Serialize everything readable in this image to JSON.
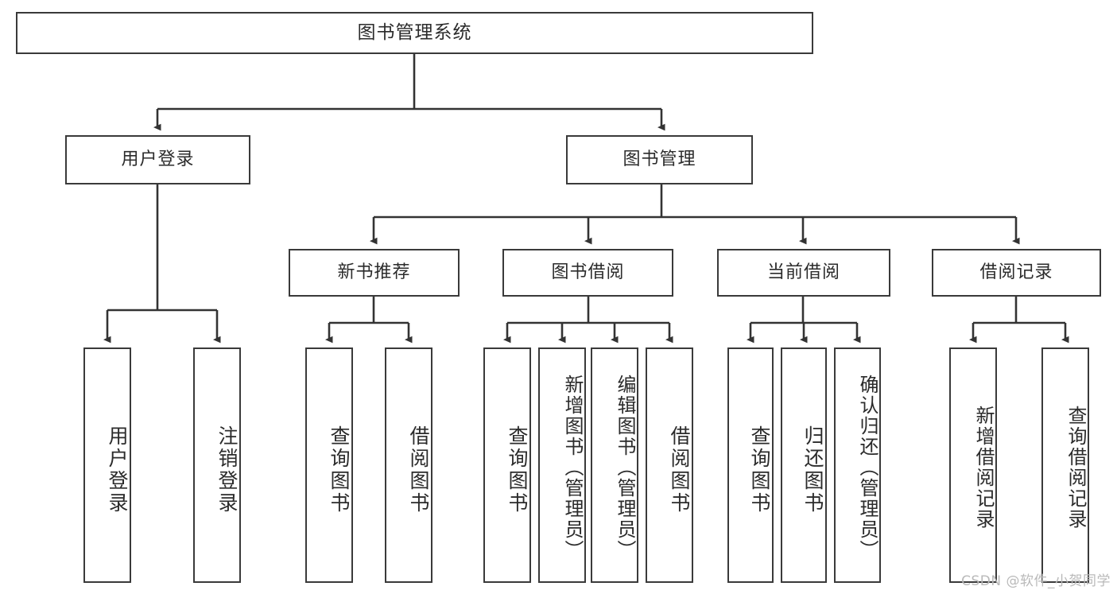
{
  "diagram": {
    "title": "图书管理系统",
    "type": "tree-hierarchy-diagram",
    "colors": {
      "box_border": "#3a3a3a",
      "box_fill": "#ffffff",
      "connector": "#333333",
      "text": "#2b2b2b",
      "watermark": "#b9b9b9"
    },
    "root": {
      "label": "图书管理系统"
    },
    "level2": [
      {
        "label": "用户登录"
      },
      {
        "label": "图书管理"
      }
    ],
    "level3": [
      {
        "label": "新书推荐"
      },
      {
        "label": "图书借阅"
      },
      {
        "label": "当前借阅"
      },
      {
        "label": "借阅记录"
      }
    ],
    "leaves": {
      "user_login": [
        {
          "label": "用户登录"
        },
        {
          "label": "注销登录"
        }
      ],
      "new_book_recommend": [
        {
          "label": "查询图书"
        },
        {
          "label": "借阅图书"
        }
      ],
      "book_borrow": [
        {
          "label": "查询图书"
        },
        {
          "label": "新增图书（管理员）"
        },
        {
          "label": "编辑图书（管理员）"
        },
        {
          "label": "借阅图书"
        }
      ],
      "current_borrow": [
        {
          "label": "查询图书"
        },
        {
          "label": "归还图书"
        },
        {
          "label": "确认归还（管理员）"
        }
      ],
      "borrow_record": [
        {
          "label": "新增借阅记录"
        },
        {
          "label": "查询借阅记录"
        }
      ]
    }
  },
  "watermark": {
    "text": "CSDN @软件_小贺同学"
  }
}
